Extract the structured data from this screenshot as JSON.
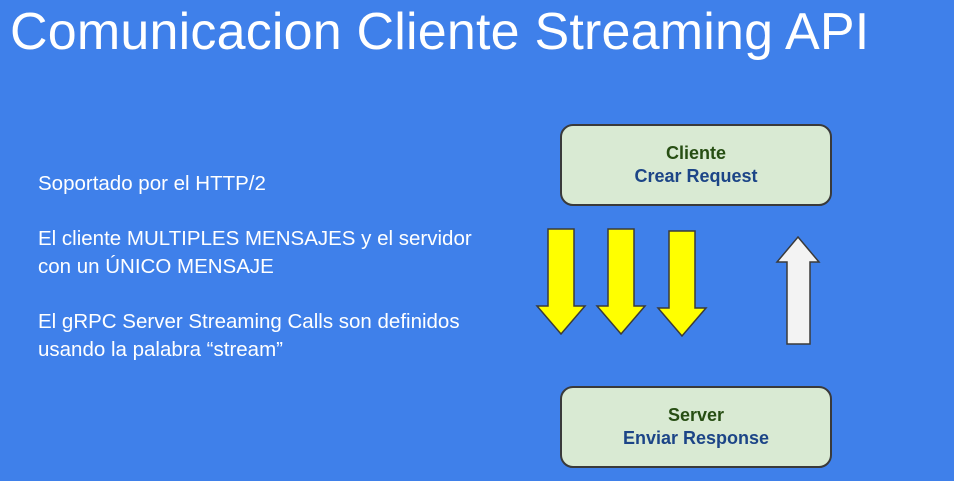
{
  "title": "Comunicacion Cliente Streaming API",
  "bullets": [
    "Soportado por el HTTP/2",
    "El cliente MULTIPLES MENSAJES y el servidor con un ÚNICO MENSAJE",
    "El gRPC Server Streaming Calls son definidos usando la palabra “stream”"
  ],
  "client_box": {
    "name": "Cliente",
    "action": "Crear Request"
  },
  "server_box": {
    "name": "Server",
    "action": "Enviar Response"
  },
  "colors": {
    "background": "#3f80ea",
    "box_fill": "#d9ead3",
    "down_arrow": "#ffff00",
    "up_arrow": "#f3f3f3"
  },
  "arrows": {
    "down_count": 3,
    "up_count": 1
  }
}
